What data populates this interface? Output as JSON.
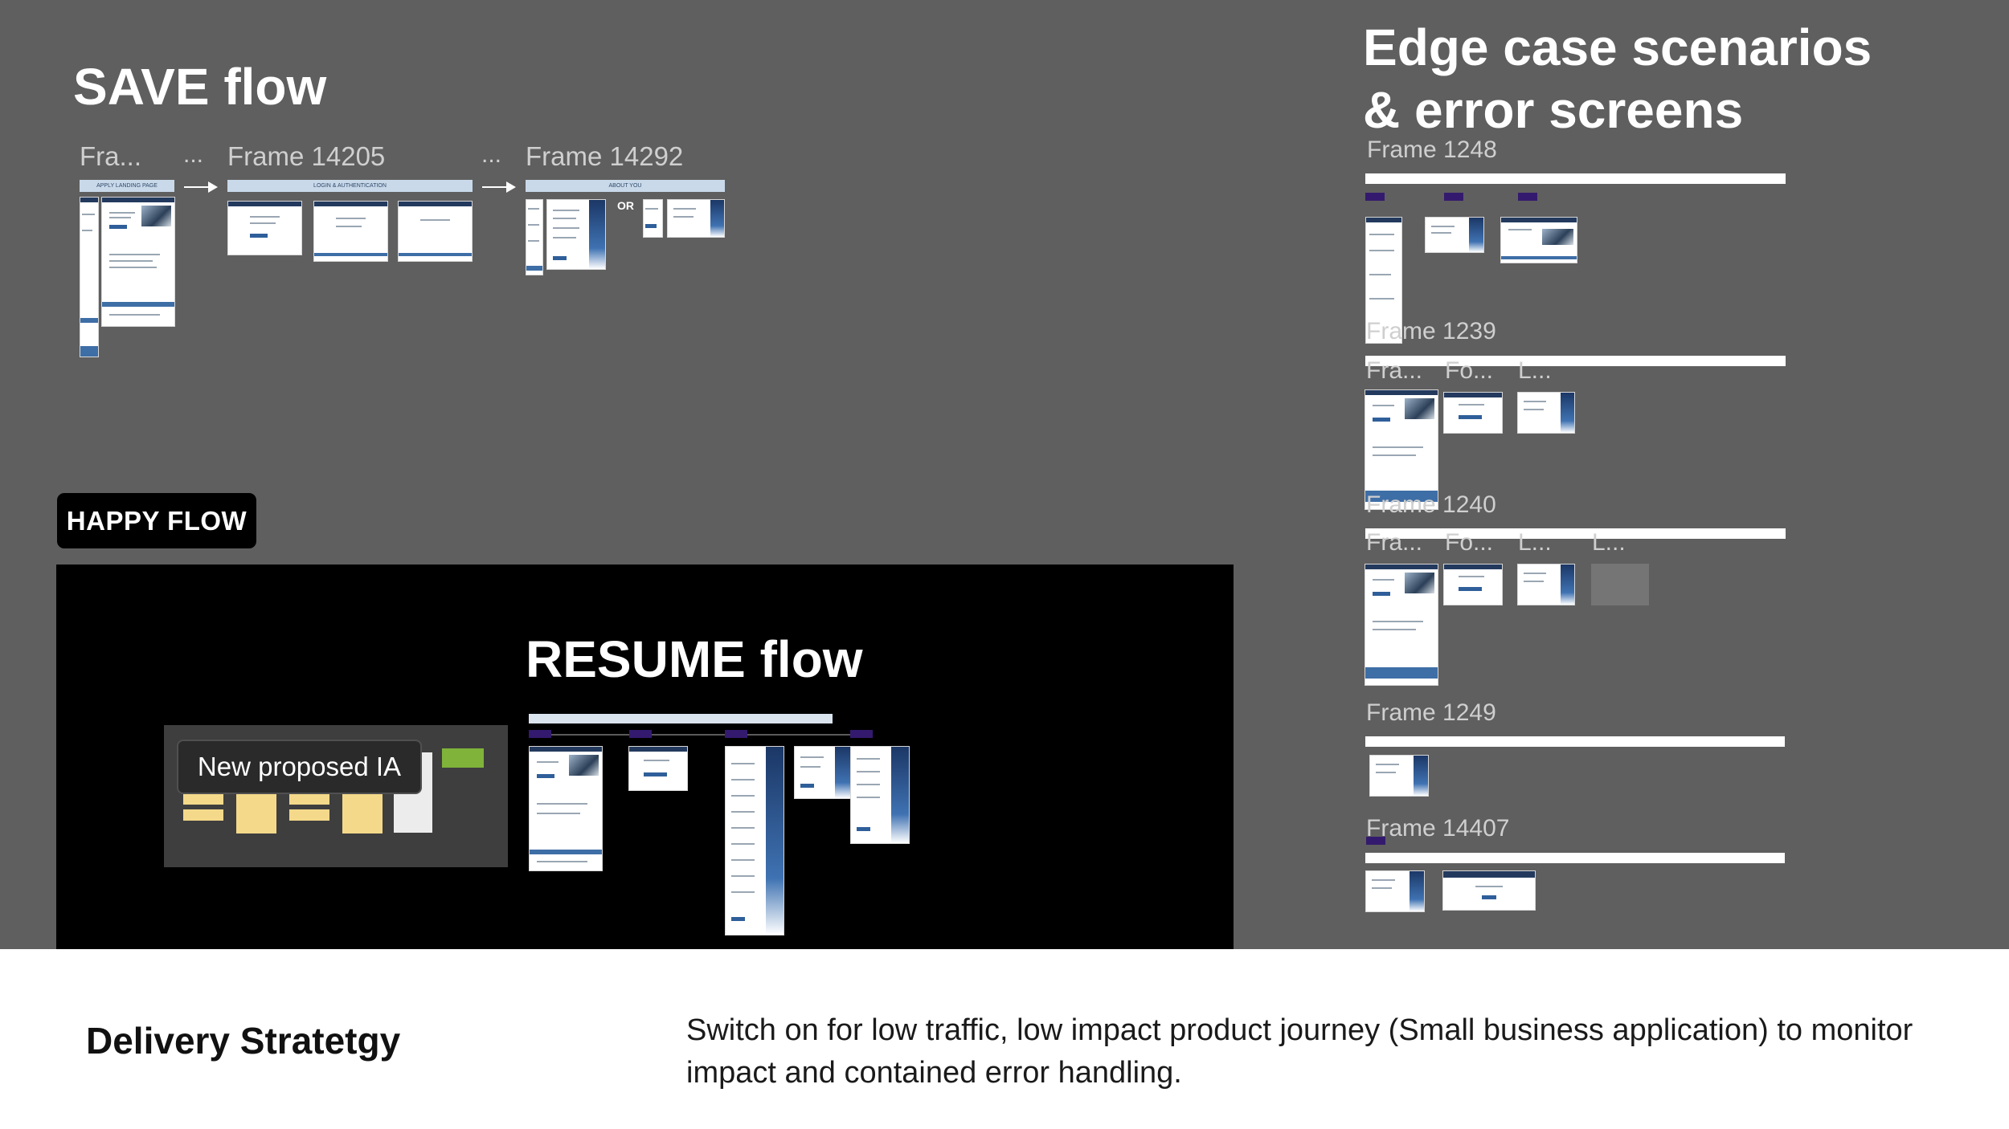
{
  "canvas": {
    "save_title": "SAVE flow",
    "save_frames": {
      "frame_a": "Fra...",
      "sep1": "...",
      "frame_b": "Frame 14205",
      "sep2": "...",
      "frame_c": "Frame 14292",
      "header_a": "APPLY LANDING PAGE",
      "header_b": "LOGIN & AUTHENTICATION",
      "header_c": "ABOUT YOU",
      "or_label": "OR"
    },
    "edge_title_line1": "Edge case scenarios",
    "edge_title_line2": "& error screens",
    "edge_frames": [
      {
        "label": "Frame 1248"
      },
      {
        "label": "Frame 1239",
        "sublabels": [
          "Fra...",
          "Fo...",
          "L..."
        ]
      },
      {
        "label": "Frame 1240",
        "sublabels": [
          "Fra...",
          "Fo...",
          "L...",
          "L..."
        ]
      },
      {
        "label": "Frame 1249"
      },
      {
        "label": "Frame 14407"
      }
    ],
    "happy_badge": "HAPPY FLOW",
    "resume_title": "RESUME flow",
    "ia_label": "New proposed IA"
  },
  "footer": {
    "title": "Delivery Stratetgy",
    "description": "Switch on for low traffic, low impact product journey (Small business application) to monitor impact and contained error handling."
  },
  "colors": {
    "canvas_bg": "#5f5f5f",
    "panel_bg": "#000000",
    "accent_purple": "#341a6e",
    "brand_blue": "#2f5f9a",
    "sticky_yellow": "#f4d98a",
    "sticky_green": "#7fb33a"
  }
}
